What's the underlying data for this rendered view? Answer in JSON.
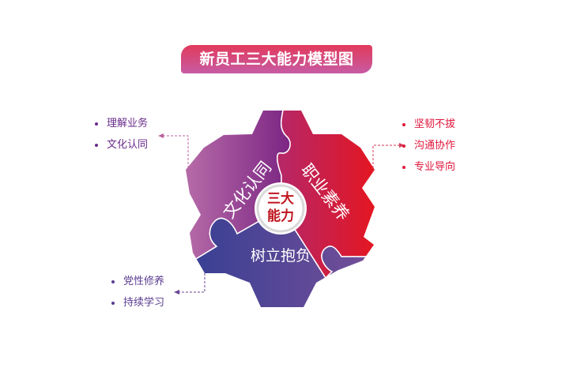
{
  "title": "新员工三大能力模型图",
  "center": {
    "line1": "三大",
    "line2": "能力"
  },
  "segments": [
    {
      "label": "文化认同",
      "color_start": "#b56aa8",
      "color_end": "#8b2a84"
    },
    {
      "label": "职业素养",
      "color_start": "#c42a6a",
      "color_end": "#e5141e"
    },
    {
      "label": "树立抱负",
      "color_start": "#383d92",
      "color_end": "#72509a"
    }
  ],
  "lists": {
    "top_left": {
      "color": "#6a2d8c",
      "items": [
        "理解业务",
        "文化认同"
      ]
    },
    "top_right": {
      "color": "#e0163c",
      "items": [
        "坚韧不拔",
        "沟通协作",
        "专业导向"
      ]
    },
    "bottom_left": {
      "color": "#5a3c90",
      "items": [
        "党性修养",
        "持续学习"
      ]
    }
  },
  "colors": {
    "connector_left": "#b9609f",
    "connector_right": "#d83a55",
    "connector_bottom": "#6a4798",
    "center_text": "#c0141e"
  }
}
